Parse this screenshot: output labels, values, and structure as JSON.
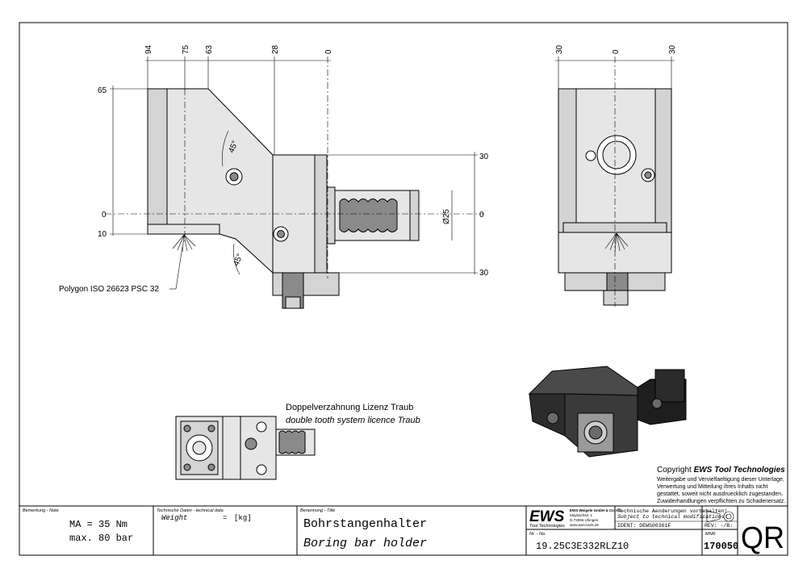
{
  "dimensions": {
    "side_top": [
      "94",
      "75",
      "63",
      "28",
      "0"
    ],
    "side_left": [
      "65",
      "0",
      "10"
    ],
    "side_right": [
      "30",
      "0",
      "30"
    ],
    "diameter": "Ø25",
    "angles": [
      "45°",
      "45°"
    ],
    "front_top": [
      "30",
      "0",
      "30"
    ]
  },
  "labels": {
    "polygon": "Polygon ISO 26623 PSC 32",
    "doppel_de": "Doppelverzahnung Lizenz Traub",
    "doppel_en": "double tooth system licence Traub"
  },
  "copyright": {
    "title_prefix": "Copyright ",
    "title_brand": "EWS Tool Technologies",
    "lines": [
      "Weitergabe und Vervielfaeltigung dieser Unterlage,",
      "Verwertung und Mitteilung ihres Inhalts nicht",
      "gestattet, soweit nicht ausdruecklich zugestanden.",
      "Zuwiderhandlungen verpflichten zu Schadenersatz."
    ]
  },
  "title_block": {
    "note_header": "Bemerkung - Note",
    "note_lines": [
      "MA = 35 Nm",
      "max. 80 bar"
    ],
    "tech_header": "Technische Daten - technical data",
    "weight_label": "Weight",
    "weight_eq": "=",
    "weight_unit": "[kg]",
    "title_header": "Benennung - Title",
    "title_de": "Bohrstangenhalter",
    "title_en": "Boring bar holder",
    "logo_text": "EWS",
    "logo_sub": "Tool Technologies",
    "company_lines": [
      "EWS Weigele GmbH & Co. KG",
      "Maybachstr. 1",
      "D-73066 Uhingen",
      "www.ews-tools.de"
    ],
    "change_de": "Technische Aenderungen vorbehalten!",
    "change_en": "Subject to technical modifications!",
    "ident": "IDENT: DEWS00361F",
    "rev": "REV: -/B:",
    "nr_header": "Nr. - No.",
    "part_no": "19.25C3E332RLZ10",
    "mnr_header": "MNR",
    "mnr": "170050",
    "qr": "QR"
  }
}
